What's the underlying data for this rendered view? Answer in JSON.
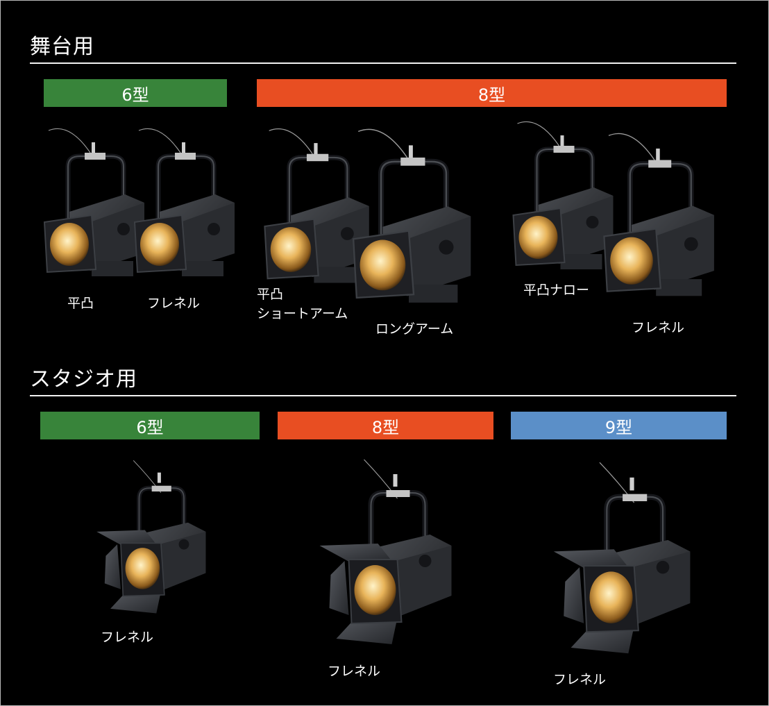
{
  "colors": {
    "type6": "#38843a",
    "type8": "#e84e22",
    "type9": "#5b8fc8",
    "background": "#000000",
    "text": "#ffffff"
  },
  "stage": {
    "title": "舞台用",
    "badges": [
      {
        "label": "6型"
      },
      {
        "label": "8型"
      }
    ],
    "products": [
      {
        "label": "平凸"
      },
      {
        "label": "フレネル"
      },
      {
        "label_line1": "平凸",
        "label_line2": "ショートアーム"
      },
      {
        "label": "ロングアーム"
      },
      {
        "label": "平凸ナロー"
      },
      {
        "label": "フレネル"
      }
    ]
  },
  "studio": {
    "title": "スタジオ用",
    "badges": [
      {
        "label": "6型"
      },
      {
        "label": "8型"
      },
      {
        "label": "9型"
      }
    ],
    "products": [
      {
        "label": "フレネル"
      },
      {
        "label": "フレネル"
      },
      {
        "label": "フレネル"
      }
    ]
  },
  "icons": {
    "lamp": "spotlight-icon",
    "lamp_barndoor": "fresnel-barndoor-icon"
  }
}
